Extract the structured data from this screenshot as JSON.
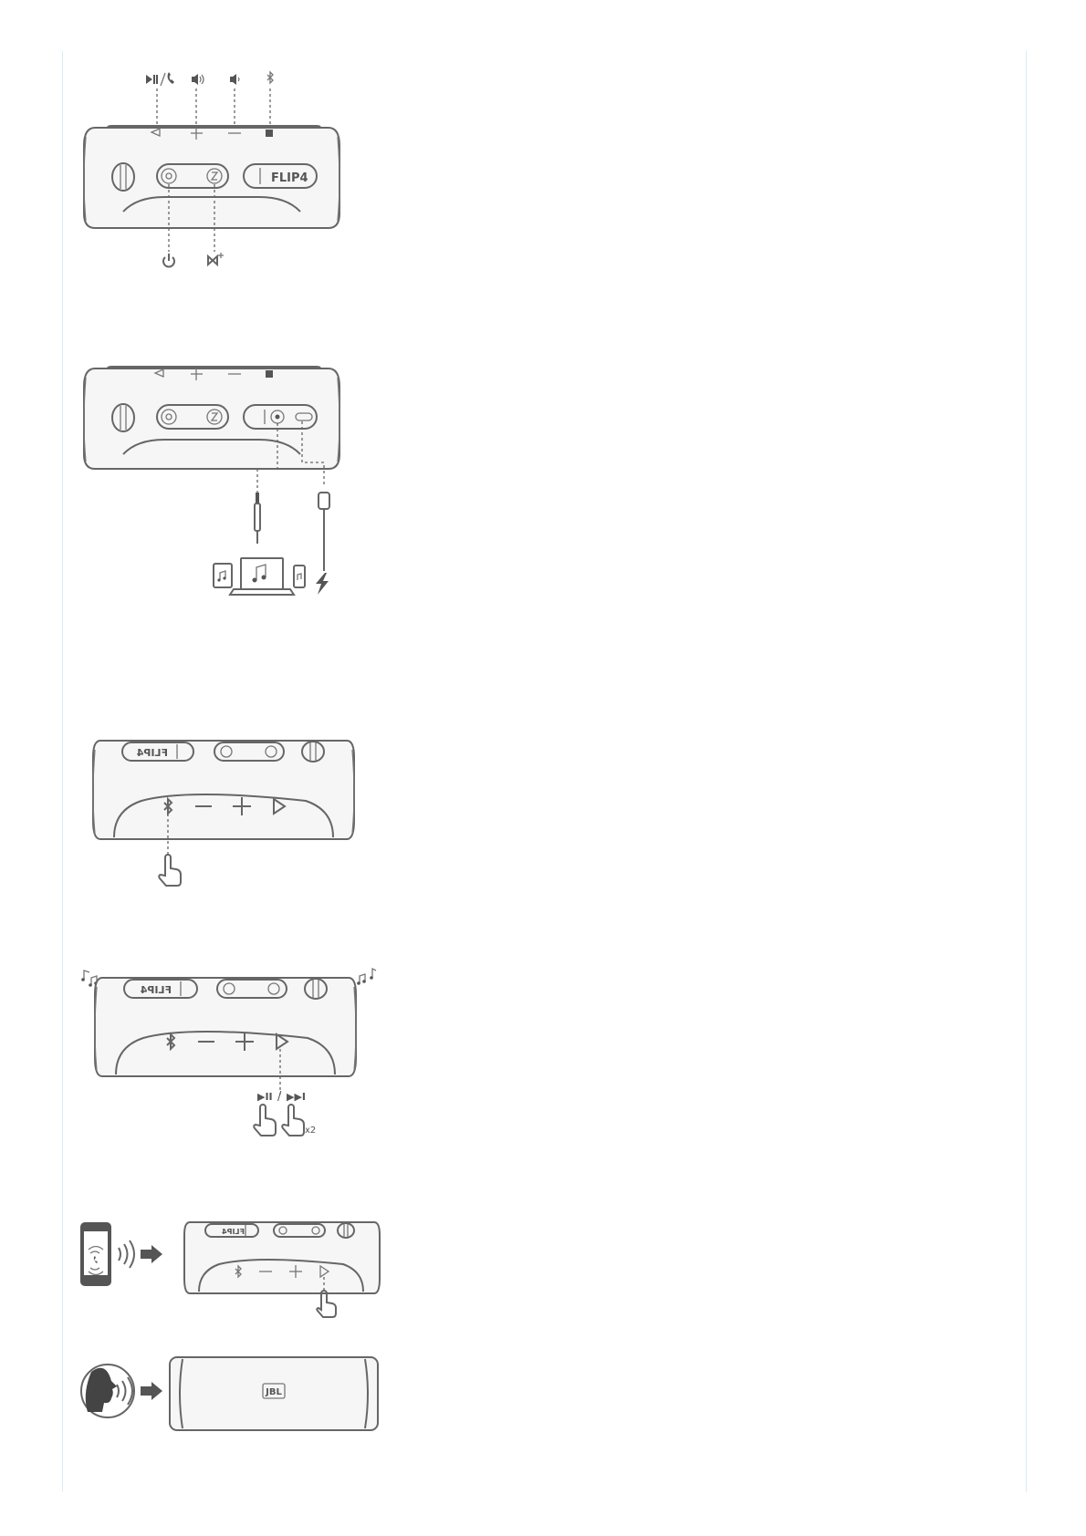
{
  "document": {
    "figures": [
      {
        "id": "controls-overview",
        "top_icons": [
          "play-pause-call-icon",
          "volume-up-icon",
          "volume-down-icon",
          "bluetooth-icon"
        ],
        "bottom_icons": [
          "power-icon",
          "connect-plus-icon"
        ],
        "brand_label": "FLIP4"
      },
      {
        "id": "connections",
        "devices": [
          "tablet-music-icon",
          "laptop-music-icon",
          "phone-music-icon"
        ],
        "power": "charge-bolt-icon"
      },
      {
        "id": "bluetooth-pairing",
        "brand_label": "FLIP4",
        "gesture": "press-hand-icon"
      },
      {
        "id": "play-control",
        "brand_label": "FLIP4",
        "labels": {
          "play_pause": "▶II",
          "separator": "/",
          "next": "▶▶I",
          "double_press": "x2"
        }
      },
      {
        "id": "call-handling",
        "brand_label": "FLIP4"
      },
      {
        "id": "voice-assistant",
        "brand_label": "JBL"
      }
    ]
  }
}
